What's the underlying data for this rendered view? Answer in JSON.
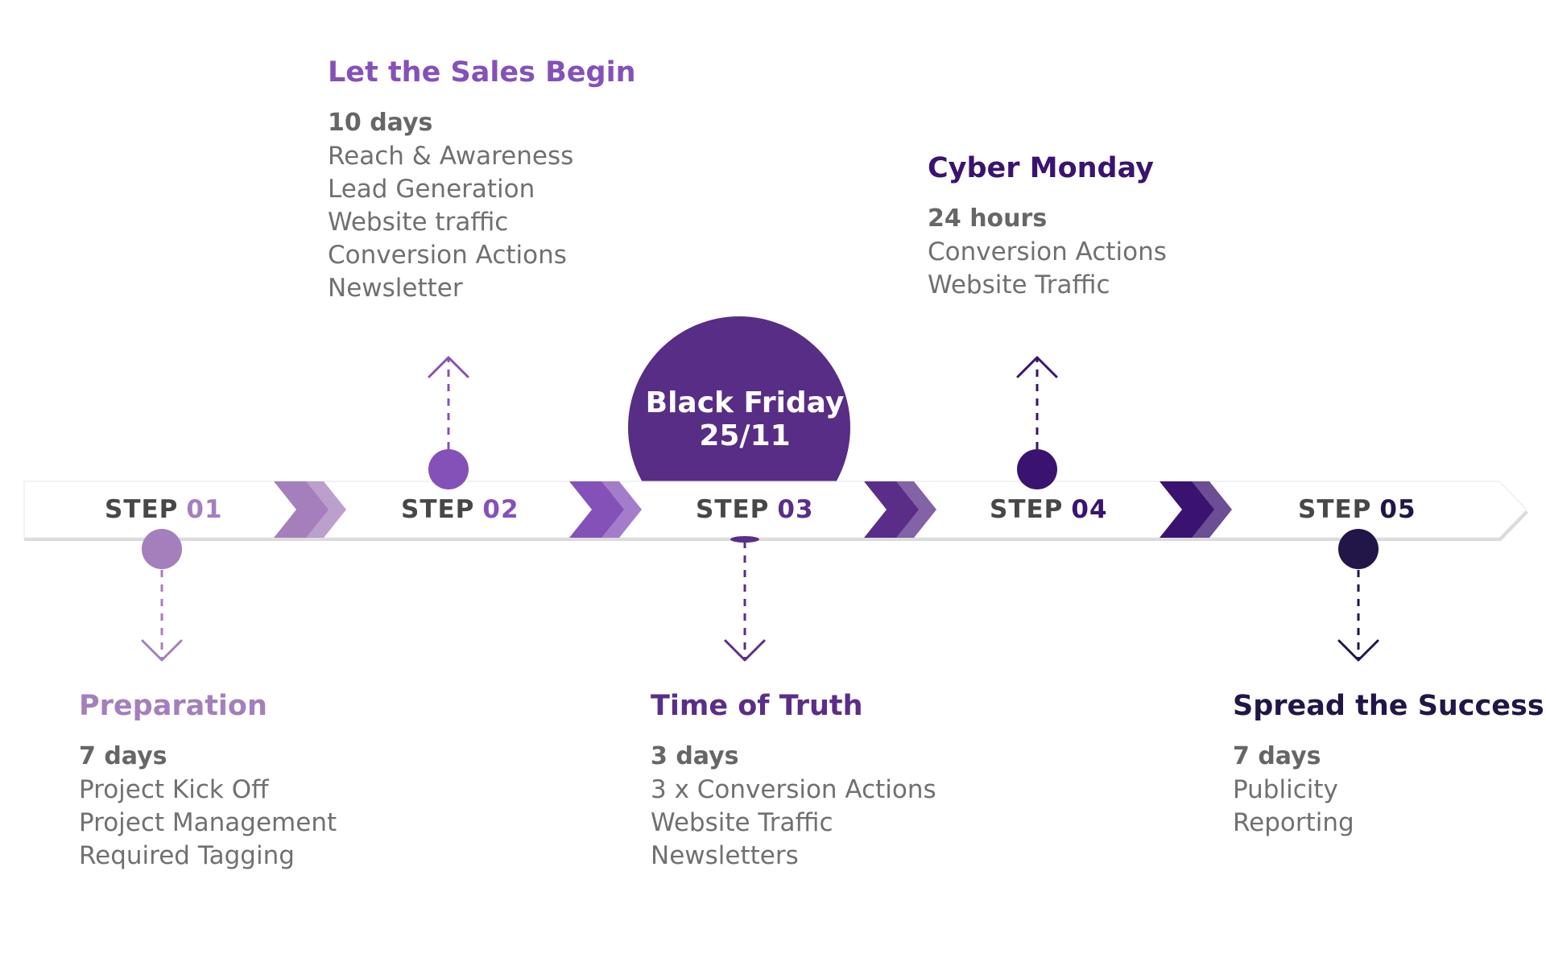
{
  "colors": {
    "step1": "#a47fbc",
    "step2": "#8451b8",
    "step3": "#5a2e88",
    "step4": "#3a1370",
    "step5": "#221547",
    "step_text": "#474747",
    "body_text": "#707070",
    "duration_text": "#666666",
    "band_fill": "#ffffff",
    "band_shadow": "#cccccc"
  },
  "steps": [
    {
      "step_word": "STEP",
      "number": "01",
      "title": "Preparation",
      "duration": "7 days",
      "items": [
        "Project Kick Off",
        "Project Management",
        "Required Tagging"
      ],
      "placement": "below"
    },
    {
      "step_word": "STEP",
      "number": "02",
      "title": "Let the Sales Begin",
      "duration": "10 days",
      "items": [
        "Reach & Awareness",
        "Lead Generation",
        "Website traffic",
        "Conversion Actions",
        "Newsletter"
      ],
      "placement": "above"
    },
    {
      "step_word": "STEP",
      "number": "03",
      "title": "Time of Truth",
      "duration": "3 days",
      "items": [
        "3 x Conversion Actions",
        "Website Traffic",
        "Newsletters"
      ],
      "placement": "below"
    },
    {
      "step_word": "STEP",
      "number": "04",
      "title": "Cyber Monday",
      "duration": "24 hours",
      "items": [
        "Conversion Actions",
        "Website Traffic"
      ],
      "placement": "above"
    },
    {
      "step_word": "STEP",
      "number": "05",
      "title": "Spread the Success",
      "duration": "7 days",
      "items": [
        "Publicity",
        "Reporting"
      ],
      "placement": "below"
    }
  ],
  "highlight": {
    "line1": "Black Friday",
    "line2": "25/11",
    "color": "#582d85"
  },
  "icons": [
    "chevron-arrow-icon",
    "dashed-arrow-up-icon",
    "dashed-arrow-down-icon",
    "timeline-dot-icon"
  ]
}
